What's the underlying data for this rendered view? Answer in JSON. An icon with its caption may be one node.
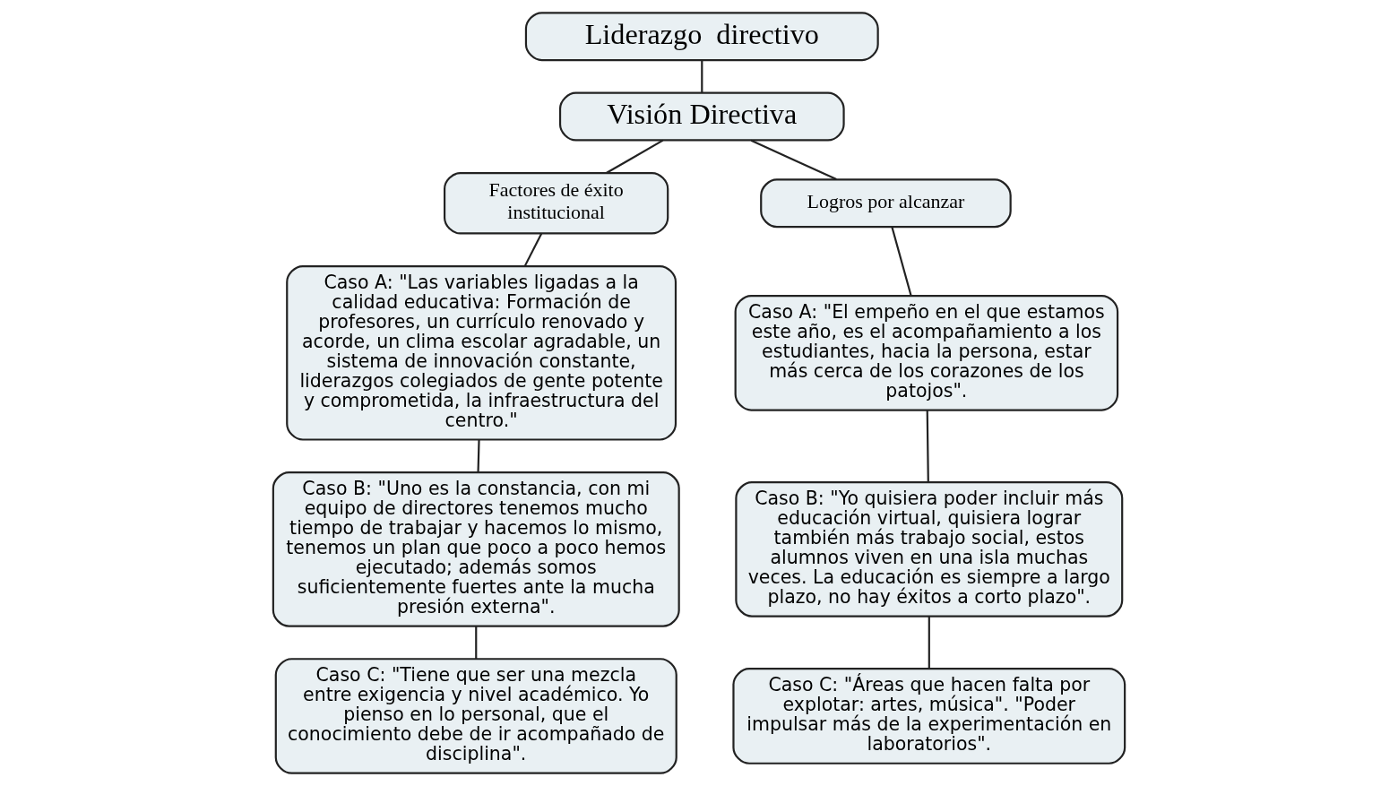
{
  "diagram": {
    "nodes": [
      {
        "text": [
          "Liderazgo  directivo"
        ]
      },
      {
        "text": [
          "Visión Directiva"
        ]
      },
      {
        "text": [
          "Factores de éxito institucional"
        ]
      },
      {
        "text": [
          "Logros por alcanzar"
        ]
      },
      {
        "text": [
          "Caso A: \"Las variables ligadas a la calidad educativa: Formación de profesores, un currículo renovado y acorde, un clima escolar agradable, un sistema de innovación constante, liderazgos colegiados de gente potente y comprometida, la infraestructura del centro.\""
        ]
      },
      {
        "text": [
          "Caso B: \"Uno es la constancia, con mi equipo de directores tenemos mucho tiempo de trabajar y hacemos lo mismo, tenemos un plan que poco a poco hemos ejecutado; además somos suficientemente fuertes ante la mucha presión externa\"."
        ]
      },
      {
        "text": [
          "Caso C: \"Tiene que ser una mezcla entre exigencia y nivel académico. Yo pienso en lo personal, que el conocimiento debe de ir acompañado de disciplina\"."
        ]
      },
      {
        "text": [
          "Caso A: \"El empeño en el que estamos este año, es el acompañamiento a los estudiantes, hacia la persona, estar más cerca de los corazones de los patojos\"."
        ]
      },
      {
        "text": [
          "Caso B: \"Yo quisiera poder incluir más educación virtual, quisiera lograr también más trabajo social, estos alumnos viven en una isla muchas veces. La educación es siempre a largo plazo, no hay éxitos a corto plazo\"."
        ]
      },
      {
        "text": [
          "Caso C: \"Áreas que hacen falta por explotar: artes, música\". \"Poder impulsar más de la experimentación en laboratorios\"."
        ]
      }
    ],
    "edges": [
      {
        "from": 0,
        "to": 1,
        "arrow": "none"
      },
      {
        "from": 1,
        "to": 2,
        "arrow": "none"
      },
      {
        "from": 1,
        "to": 3,
        "arrow": "none"
      },
      {
        "from": 2,
        "to": 4,
        "arrow": "none"
      },
      {
        "from": 4,
        "to": 5,
        "arrow": "none"
      },
      {
        "from": 5,
        "to": 6,
        "arrow": "none"
      },
      {
        "from": 3,
        "to": 7,
        "arrow": "none"
      },
      {
        "from": 7,
        "to": 8,
        "arrow": "none"
      },
      {
        "from": 8,
        "to": 9,
        "arrow": "none"
      }
    ]
  }
}
